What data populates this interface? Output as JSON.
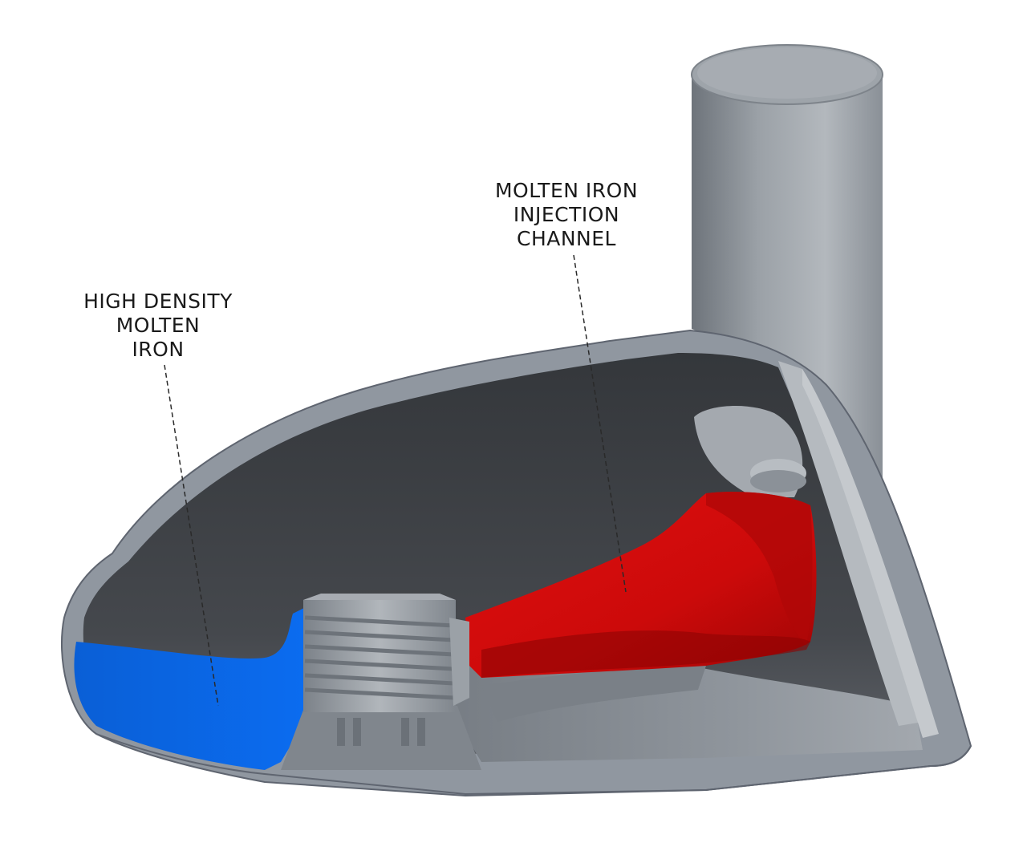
{
  "labels": {
    "high_density": {
      "lines": [
        "HIGH DENSITY",
        "MOLTEN",
        "IRON"
      ]
    },
    "injection_channel": {
      "lines": [
        "MOLTEN IRON",
        "INJECTION",
        "CHANNEL"
      ]
    }
  },
  "colors": {
    "background": "#ffffff",
    "shell": "#8e949b",
    "shell_light": "#a9aeb4",
    "shell_dark": "#6f757c",
    "cavity": "#3e4146",
    "high_density_fill": "#0a64e0",
    "channel_fill": "#e00d0d",
    "channel_dark": "#a30606",
    "label_text": "#1a1a1a"
  }
}
